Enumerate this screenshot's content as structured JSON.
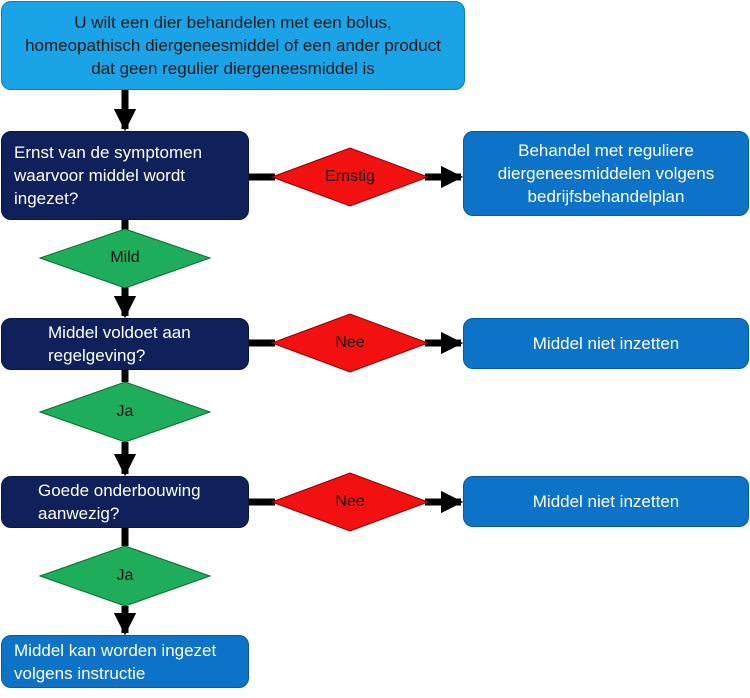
{
  "start": "U wilt een dier behandelen met een bolus, homeopathisch diergeneesmiddel of een ander product dat geen regulier diergeneesmiddel is",
  "q1": "Ernst van de symptomen waarvoor middel wordt ingezet?",
  "q1_right_label": "Ernstig",
  "q1_right_outcome": "Behandel met reguliere diergeneesmiddelen volgens bedrijfsbehandelplan",
  "q1_down_label": "Mild",
  "q2": "Middel voldoet aan regelgeving?",
  "q2_right_label": "Nee",
  "q2_right_outcome": "Middel niet inzetten",
  "q2_down_label": "Ja",
  "q3": "Goede onderbouwing aanwezig?",
  "q3_right_label": "Nee",
  "q3_right_outcome": "Middel niet inzetten",
  "q3_down_label": "Ja",
  "end": "Middel kan worden ingezet volgens instructie",
  "colors": {
    "start_box": "#1aa3e6",
    "question_box": "#10205a",
    "outcome_box": "#0d73c9",
    "yes_diamond": "#1ead5a",
    "no_diamond": "#f21010",
    "arrow": "#000000"
  }
}
